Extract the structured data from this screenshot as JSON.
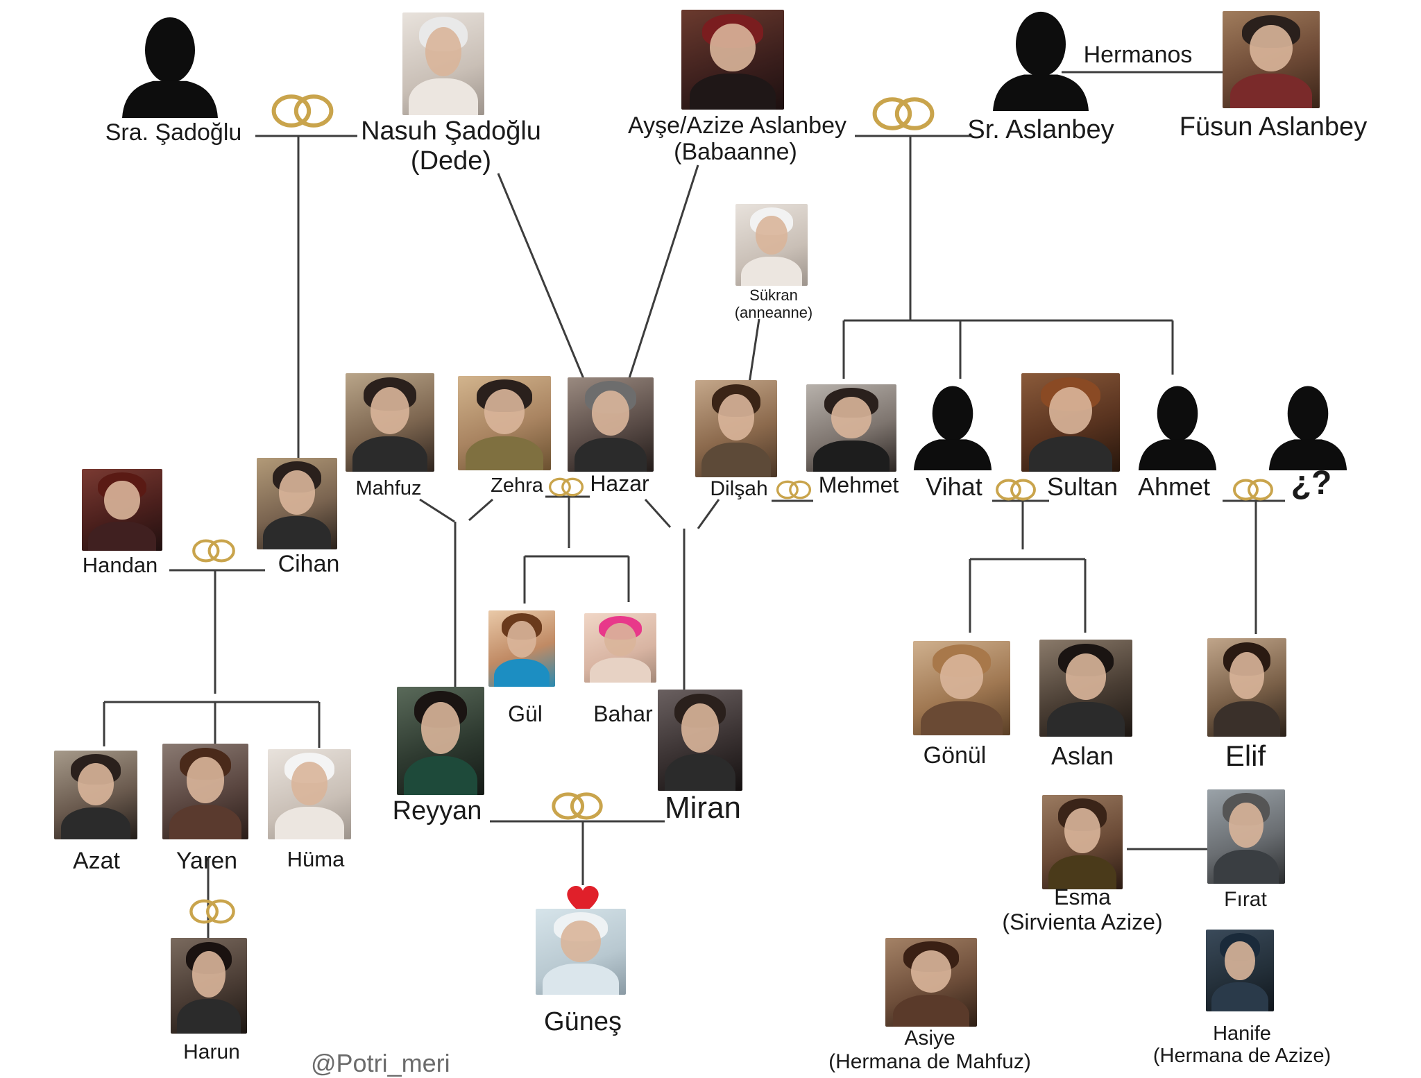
{
  "people": {
    "sra_sadoglu": "Sra. Şadoğlu",
    "nasuh_line1": "Nasuh Şadoğlu",
    "nasuh_line2": "(Dede)",
    "ayse_line1": "Ayşe/Azize Aslanbey",
    "ayse_line2": "(Babaanne)",
    "sr_aslanbey": "Sr. Aslanbey",
    "hermanos": "Hermanos",
    "fusun": "Füsun Aslanbey",
    "sukran_line1": "Sükran",
    "sukran_line2": "(anneanne)",
    "mahfuz": "Mahfuz",
    "zehra": "Zehra",
    "hazar": "Hazar",
    "dilsah": "Dilşah",
    "mehmet": "Mehmet",
    "vihat": "Vihat",
    "sultan": "Sultan",
    "ahmet": "Ahmet",
    "unknown": "¿?",
    "handan": "Handan",
    "cihan": "Cihan",
    "gul": "Gül",
    "bahar": "Bahar",
    "reyyan": "Reyyan",
    "miran": "Miran",
    "gonul": "Gönül",
    "aslan": "Aslan",
    "elif": "Elif",
    "azat": "Azat",
    "yaren": "Yaren",
    "huma": "Hüma",
    "harun": "Harun",
    "gunes": "Güneş",
    "esma_line1": "Esma",
    "esma_line2": "(Sirvienta Azize)",
    "firat": "Fırat",
    "asiye_line1": "Asiye",
    "asiye_line2": "(Hermana de Mahfuz)",
    "hanife_line1": "Hanife",
    "hanife_line2": "(Hermana de Azize)"
  },
  "watermark": "@Potri_meri",
  "colors": {
    "line": "#3d3d3d",
    "ring": "#c9a44c",
    "silhouette": "#0d0d0d",
    "heart": "#e0202a"
  }
}
